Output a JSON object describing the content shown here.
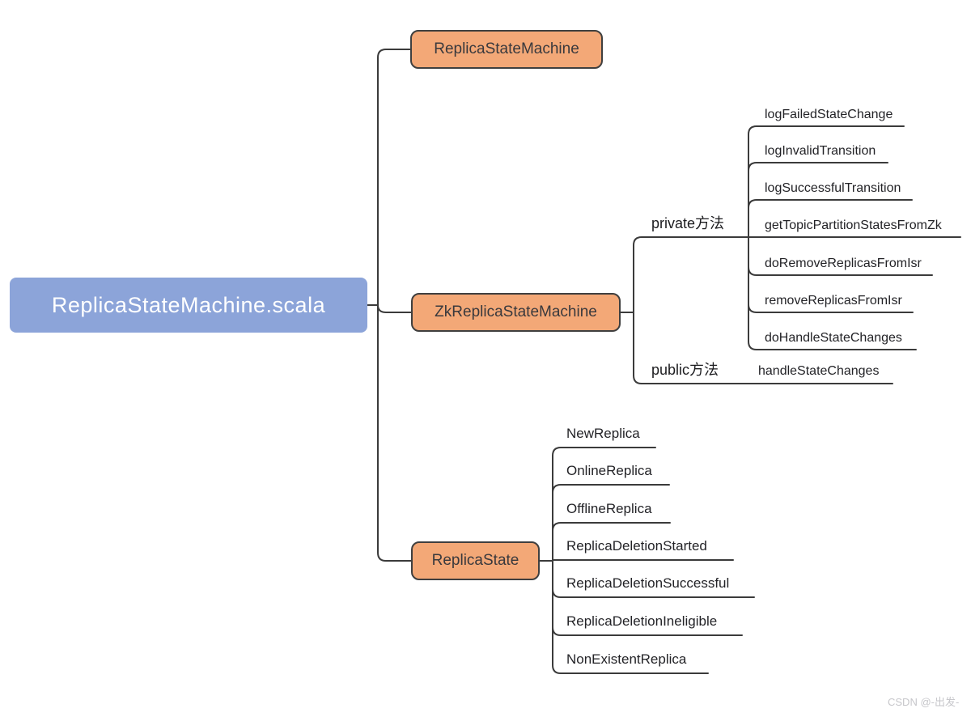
{
  "title": "ReplicaStateMachine.scala mind map",
  "colors": {
    "bg": "#ffffff",
    "root_fill": "#8CA4D9",
    "node_fill": "#F3A877",
    "node_border": "#3f3f3f",
    "line": "#3b3b3b",
    "watermark_color": "#c6c6ca"
  },
  "root": {
    "label": "ReplicaStateMachine.scala"
  },
  "nodes": {
    "replica_state_machine": "ReplicaStateMachine",
    "zk_replica_state_machine": "ZkReplicaStateMachine",
    "replica_state": "ReplicaState"
  },
  "zk": {
    "private_label": "private方法",
    "public_label": "public方法",
    "private_methods": [
      "logFailedStateChange",
      "logInvalidTransition",
      "logSuccessfulTransition",
      "getTopicPartitionStatesFromZk",
      "doRemoveReplicasFromIsr",
      "removeReplicasFromIsr",
      "doHandleStateChanges"
    ],
    "public_methods": [
      "handleStateChanges"
    ]
  },
  "replica_states": [
    "NewReplica",
    "OnlineReplica",
    "OfflineReplica",
    "ReplicaDeletionStarted",
    "ReplicaDeletionSuccessful",
    "ReplicaDeletionIneligible",
    "NonExistentReplica"
  ],
  "watermark": "CSDN @-出发-"
}
